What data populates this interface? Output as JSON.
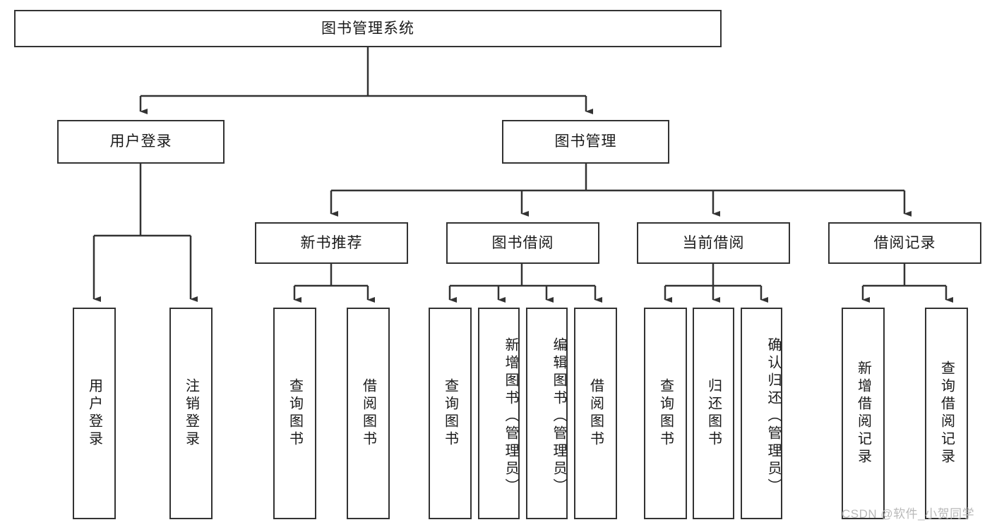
{
  "diagram": {
    "title": "图书管理系统",
    "type": "hierarchy-tree",
    "background_color": "#ffffff",
    "border_color": "#333333",
    "text_color": "#1a1a1a",
    "root": {
      "label": "图书管理系统"
    },
    "level2": [
      {
        "label": "用户登录"
      },
      {
        "label": "图书管理"
      }
    ],
    "level3": [
      {
        "label": "新书推荐"
      },
      {
        "label": "图书借阅"
      },
      {
        "label": "当前借阅"
      },
      {
        "label": "借阅记录"
      }
    ],
    "leaves": {
      "user_login": [
        {
          "label": "用户登录"
        },
        {
          "label": "注销登录"
        }
      ],
      "new_book_recommend": [
        {
          "label": "查询图书"
        },
        {
          "label": "借阅图书"
        }
      ],
      "book_borrow": [
        {
          "label": "查询图书"
        },
        {
          "label": "新增图书（管理员）"
        },
        {
          "label": "编辑图书（管理员）"
        },
        {
          "label": "借阅图书"
        }
      ],
      "current_borrow": [
        {
          "label": "查询图书"
        },
        {
          "label": "归还图书"
        },
        {
          "label": "确认归还（管理员）"
        }
      ],
      "borrow_record": [
        {
          "label": "新增借阅记录"
        },
        {
          "label": "查询借阅记录"
        }
      ]
    },
    "watermark": "CSDN @软件_小贺同学"
  }
}
